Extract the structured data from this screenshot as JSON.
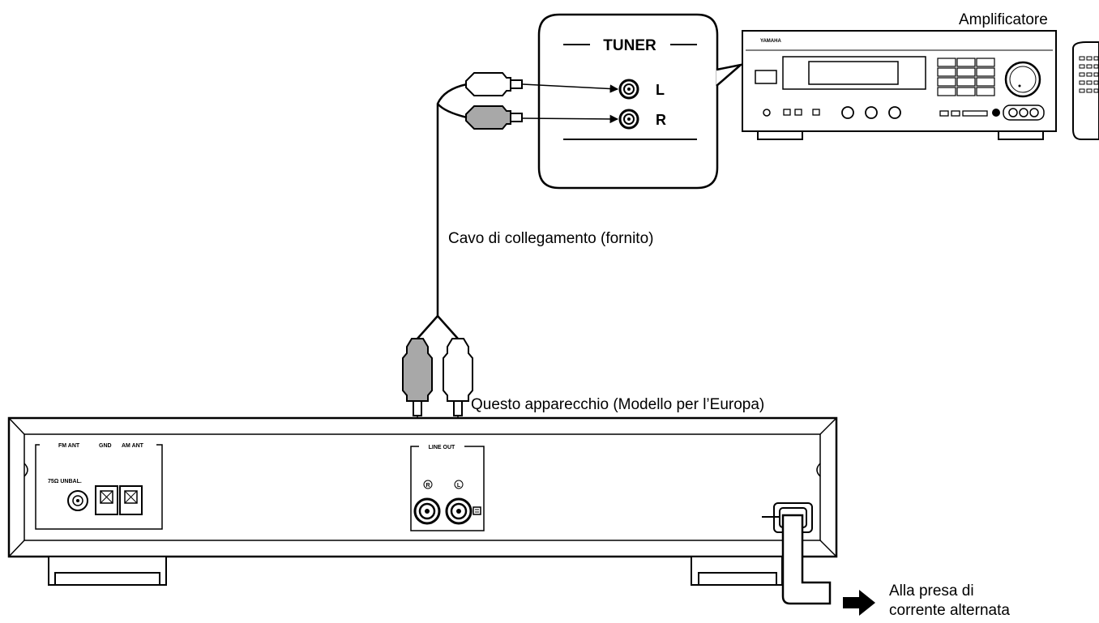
{
  "labels": {
    "amplifier": "Amplificatore",
    "cable": "Cavo di collegamento (fornito)",
    "this_unit": "Questo apparecchio (Modello per l’Europa)",
    "outlet_line1": "Alla presa di",
    "outlet_line2": "corrente alternata"
  },
  "callout": {
    "title": "TUNER",
    "left": "L",
    "right": "R"
  },
  "amplifier_panel": {
    "brand": "YAMAHA"
  },
  "rear_panel": {
    "antenna_header_fm": "FM ANT",
    "antenna_header_gnd": "GND",
    "antenna_header_am": "AM ANT",
    "fm_jack_label": "75Ω UNBAL.",
    "line_out_header": "LINE OUT",
    "jack_r": "R",
    "jack_l": "L"
  },
  "colors": {
    "line": "#000000",
    "plug_gray": "#a8a8a8",
    "background": "#ffffff"
  }
}
